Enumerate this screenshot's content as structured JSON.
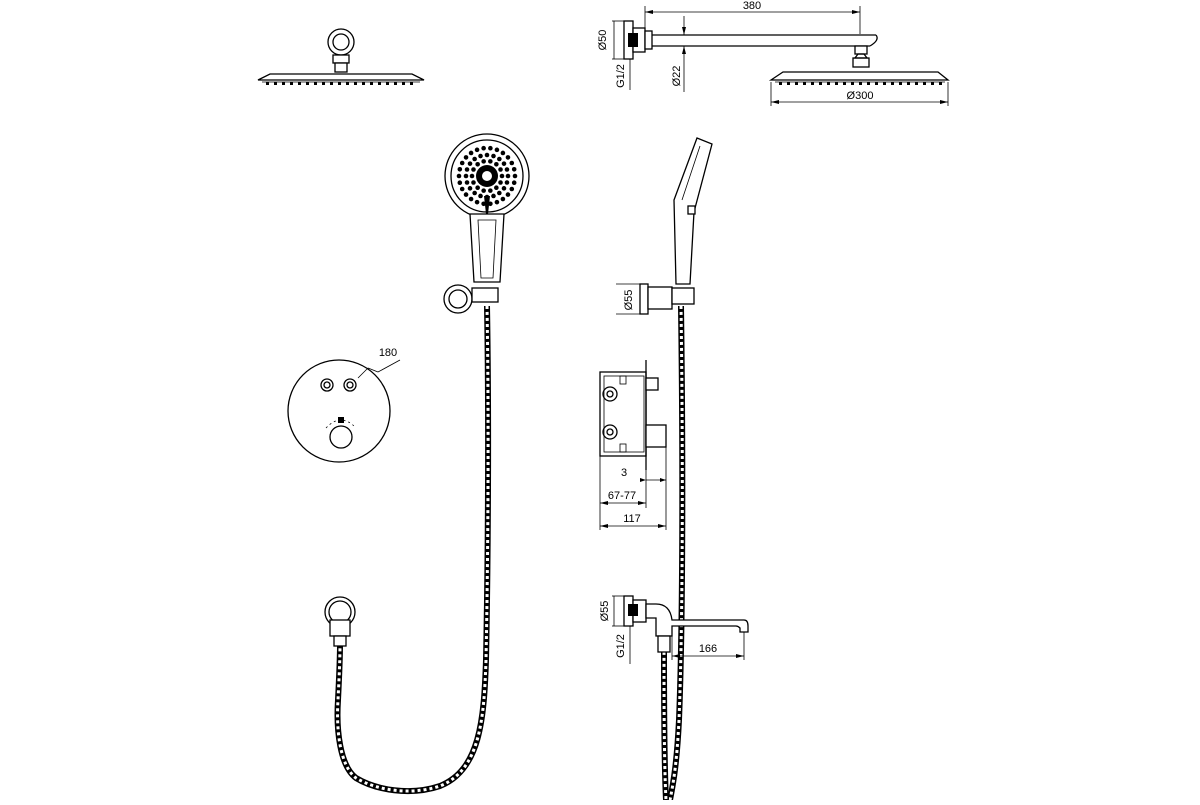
{
  "dimensions": {
    "arm_length": "380",
    "head_diameter": "Ø300",
    "flange_diameter": "Ø50",
    "thread_top": "G1/2",
    "pipe_diameter": "Ø22",
    "holder_diameter": "Ø55",
    "panel_diameter": "180",
    "box_offset": "3",
    "box_depth_range": "67-77",
    "box_total": "117",
    "spout_flange_diameter": "Ø55",
    "thread_bottom": "G1/2",
    "spout_length": "166"
  }
}
